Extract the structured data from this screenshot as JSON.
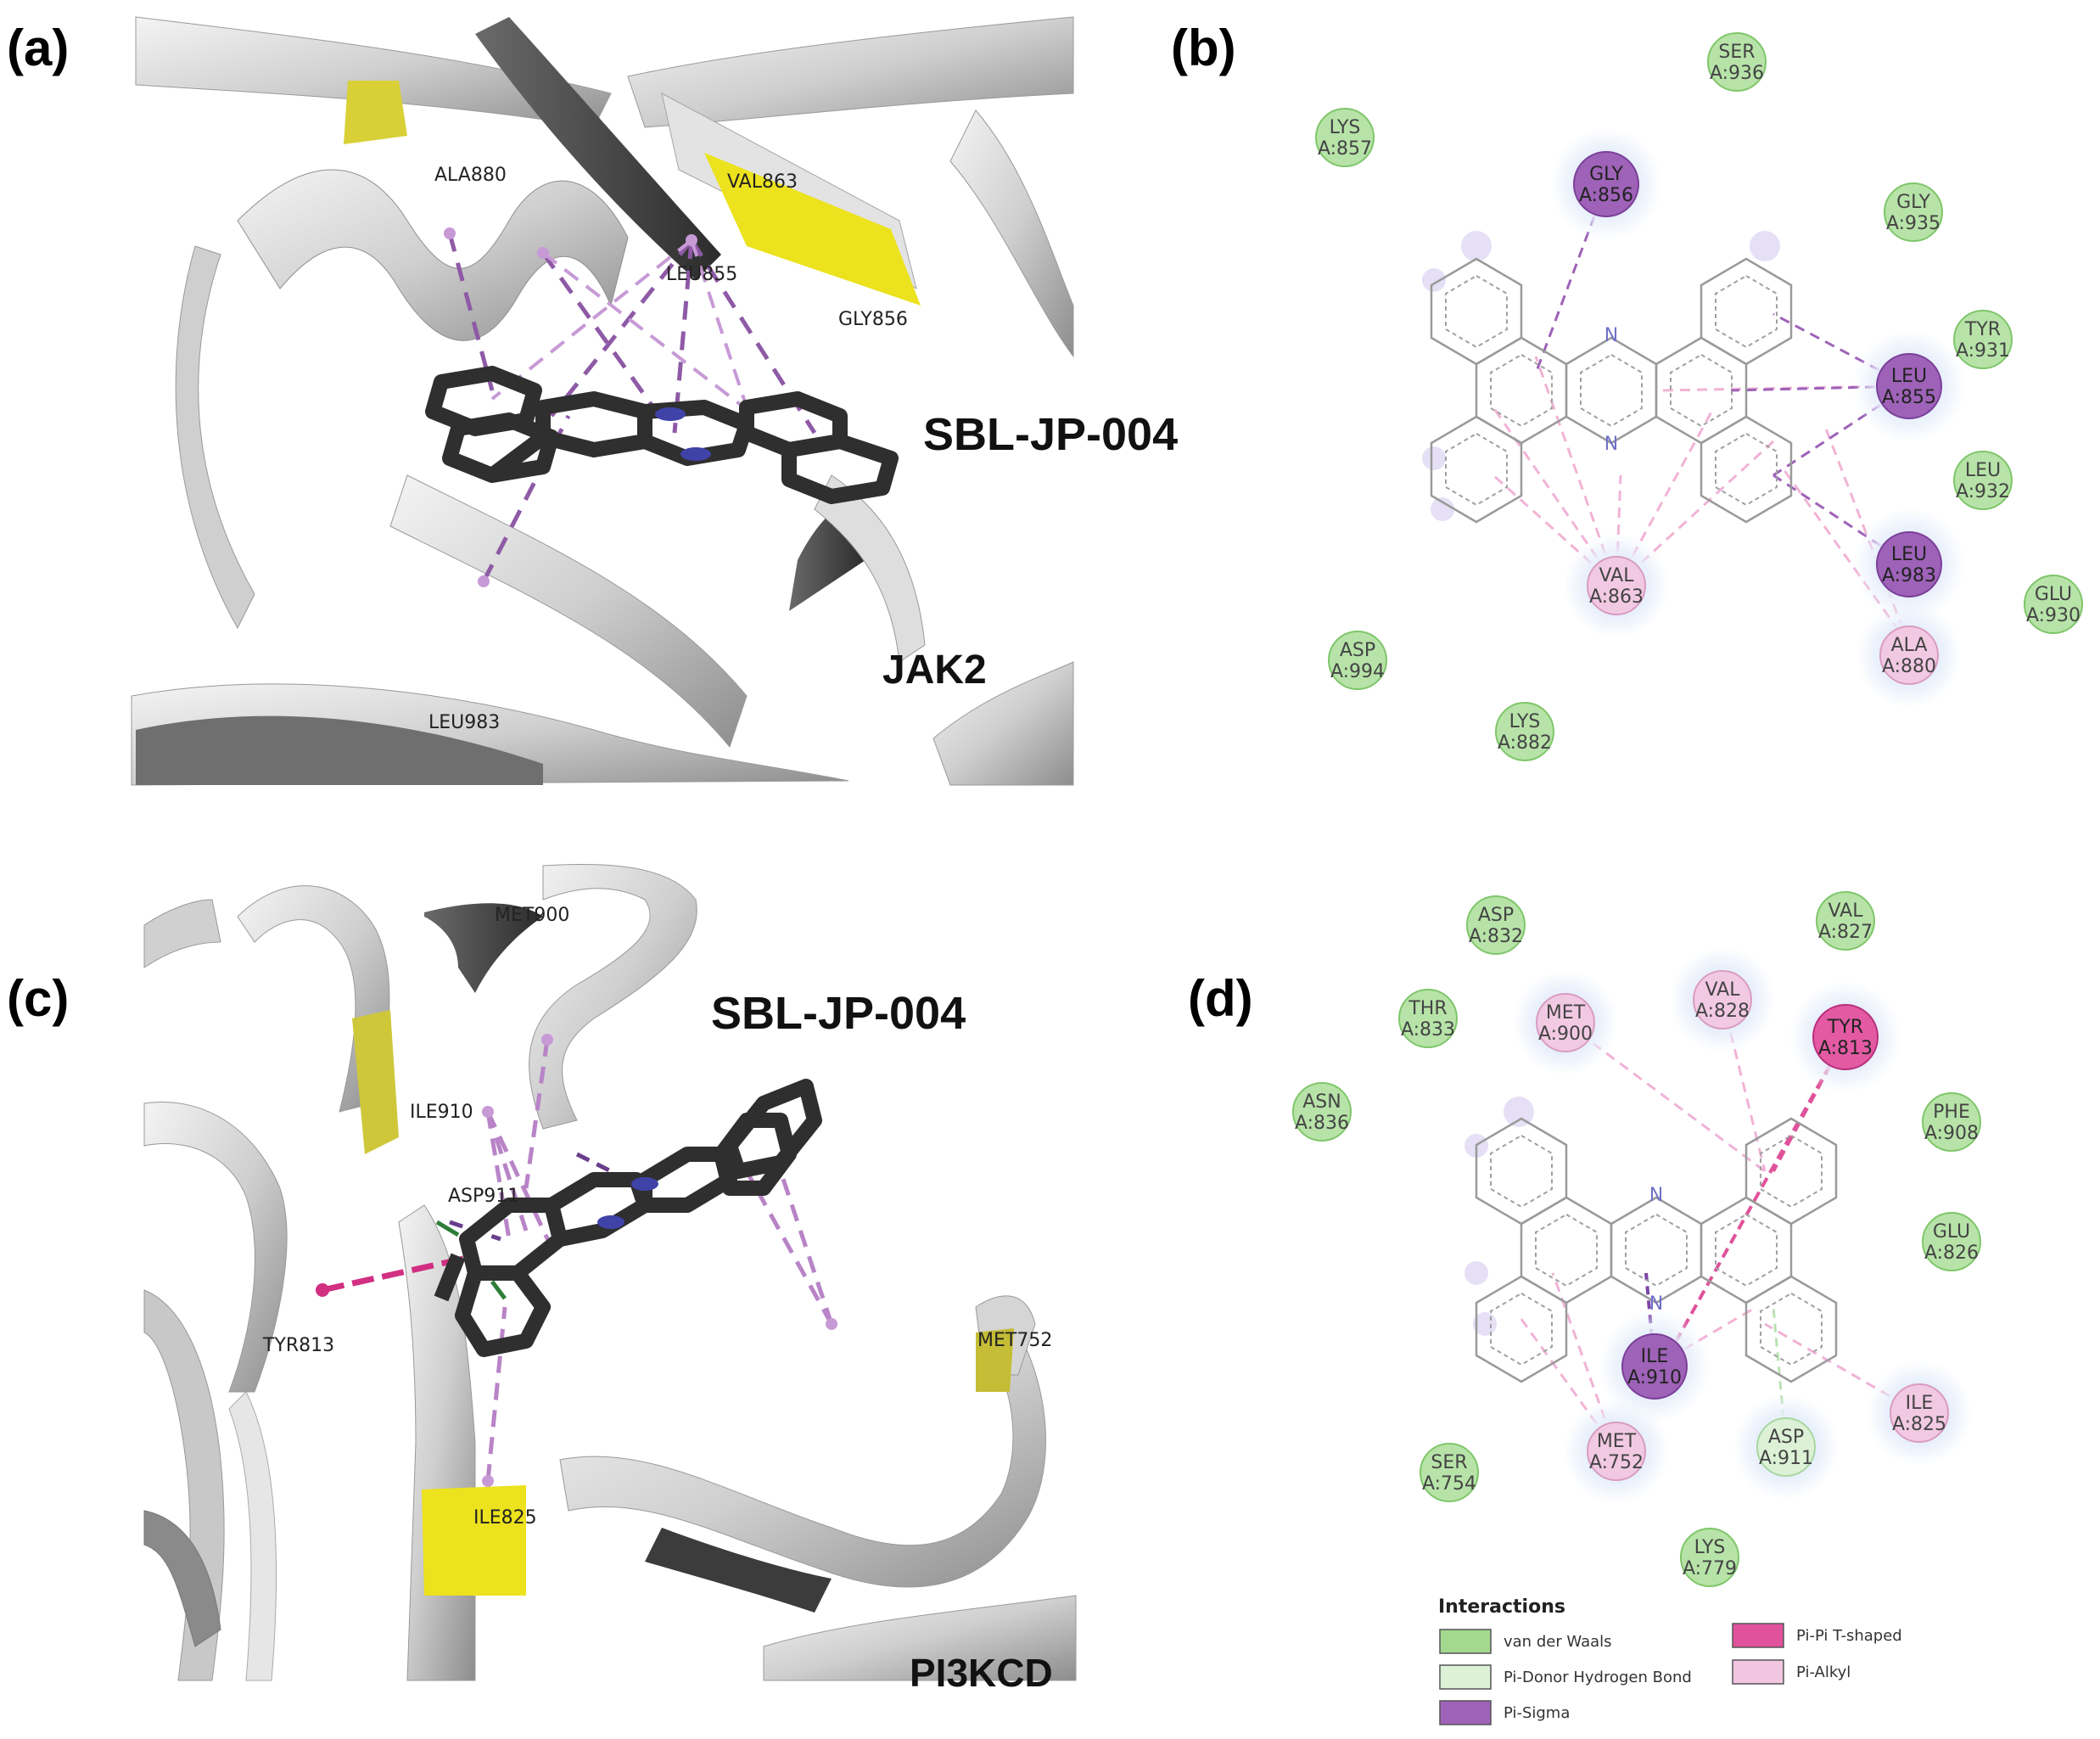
{
  "panel_labels": {
    "a": "(a)",
    "b": "(b)",
    "c": "(c)",
    "d": "(d)"
  },
  "panel_a": {
    "ligand": "SBL-JP-004",
    "protein": "JAK2",
    "residues": [
      "ALA880",
      "VAL863",
      "LEU855",
      "GLY856",
      "LEU983"
    ]
  },
  "panel_c": {
    "ligand": "SBL-JP-004",
    "protein": "PI3KCD",
    "residues": [
      "MET900",
      "ILE910",
      "ASP911",
      "TYR813",
      "ILE825",
      "MET752"
    ]
  },
  "panel_b": {
    "ring_atom": "N",
    "residues": [
      {
        "name": "SER",
        "chain": "A:936",
        "type": "vdw"
      },
      {
        "name": "LYS",
        "chain": "A:857",
        "type": "vdw"
      },
      {
        "name": "GLY",
        "chain": "A:856",
        "type": "pisigma"
      },
      {
        "name": "GLY",
        "chain": "A:935",
        "type": "vdw"
      },
      {
        "name": "TYR",
        "chain": "A:931",
        "type": "vdw"
      },
      {
        "name": "LEU",
        "chain": "A:855",
        "type": "pisigma"
      },
      {
        "name": "LEU",
        "chain": "A:932",
        "type": "vdw"
      },
      {
        "name": "LEU",
        "chain": "A:983",
        "type": "pisigma"
      },
      {
        "name": "GLU",
        "chain": "A:930",
        "type": "vdw"
      },
      {
        "name": "ALA",
        "chain": "A:880",
        "type": "pialkyl"
      },
      {
        "name": "VAL",
        "chain": "A:863",
        "type": "pialkyl"
      },
      {
        "name": "ASP",
        "chain": "A:994",
        "type": "vdw"
      },
      {
        "name": "LYS",
        "chain": "A:882",
        "type": "vdw"
      }
    ]
  },
  "panel_d": {
    "residues": [
      {
        "name": "ASP",
        "chain": "A:832",
        "type": "vdw"
      },
      {
        "name": "VAL",
        "chain": "A:827",
        "type": "vdw"
      },
      {
        "name": "THR",
        "chain": "A:833",
        "type": "vdw"
      },
      {
        "name": "MET",
        "chain": "A:900",
        "type": "pialkyl"
      },
      {
        "name": "VAL",
        "chain": "A:828",
        "type": "pialkyl"
      },
      {
        "name": "TYR",
        "chain": "A:813",
        "type": "pipi"
      },
      {
        "name": "ASN",
        "chain": "A:836",
        "type": "vdw"
      },
      {
        "name": "PHE",
        "chain": "A:908",
        "type": "vdw"
      },
      {
        "name": "GLU",
        "chain": "A:826",
        "type": "vdw"
      },
      {
        "name": "ILE",
        "chain": "A:910",
        "type": "pisigma"
      },
      {
        "name": "ILE",
        "chain": "A:825",
        "type": "pialkyl"
      },
      {
        "name": "SER",
        "chain": "A:754",
        "type": "vdw"
      },
      {
        "name": "MET",
        "chain": "A:752",
        "type": "pialkyl"
      },
      {
        "name": "ASP",
        "chain": "A:911",
        "type": "hbond"
      },
      {
        "name": "LYS",
        "chain": "A:779",
        "type": "vdw"
      }
    ]
  },
  "legend": {
    "title": "Interactions",
    "items": [
      {
        "label": "van der Waals",
        "color": "#a3d98f"
      },
      {
        "label": "Pi-Donor Hydrogen Bond",
        "color": "#dcf1d6"
      },
      {
        "label": "Pi-Sigma",
        "color": "#9e62b8"
      },
      {
        "label": "Pi-Pi T-shaped",
        "color": "#e0529b"
      },
      {
        "label": "Pi-Alkyl",
        "color": "#f0c6e0"
      }
    ]
  },
  "colors": {
    "vdw": "#b7e3a8",
    "hbond": "#dcf1d6",
    "pisigma": "#9e62b8",
    "pipi": "#e35aa3",
    "pialkyl": "#f2c9e3",
    "ribbon_yellow": "#ece21d",
    "ligand_dark": "#2f2f2f"
  }
}
